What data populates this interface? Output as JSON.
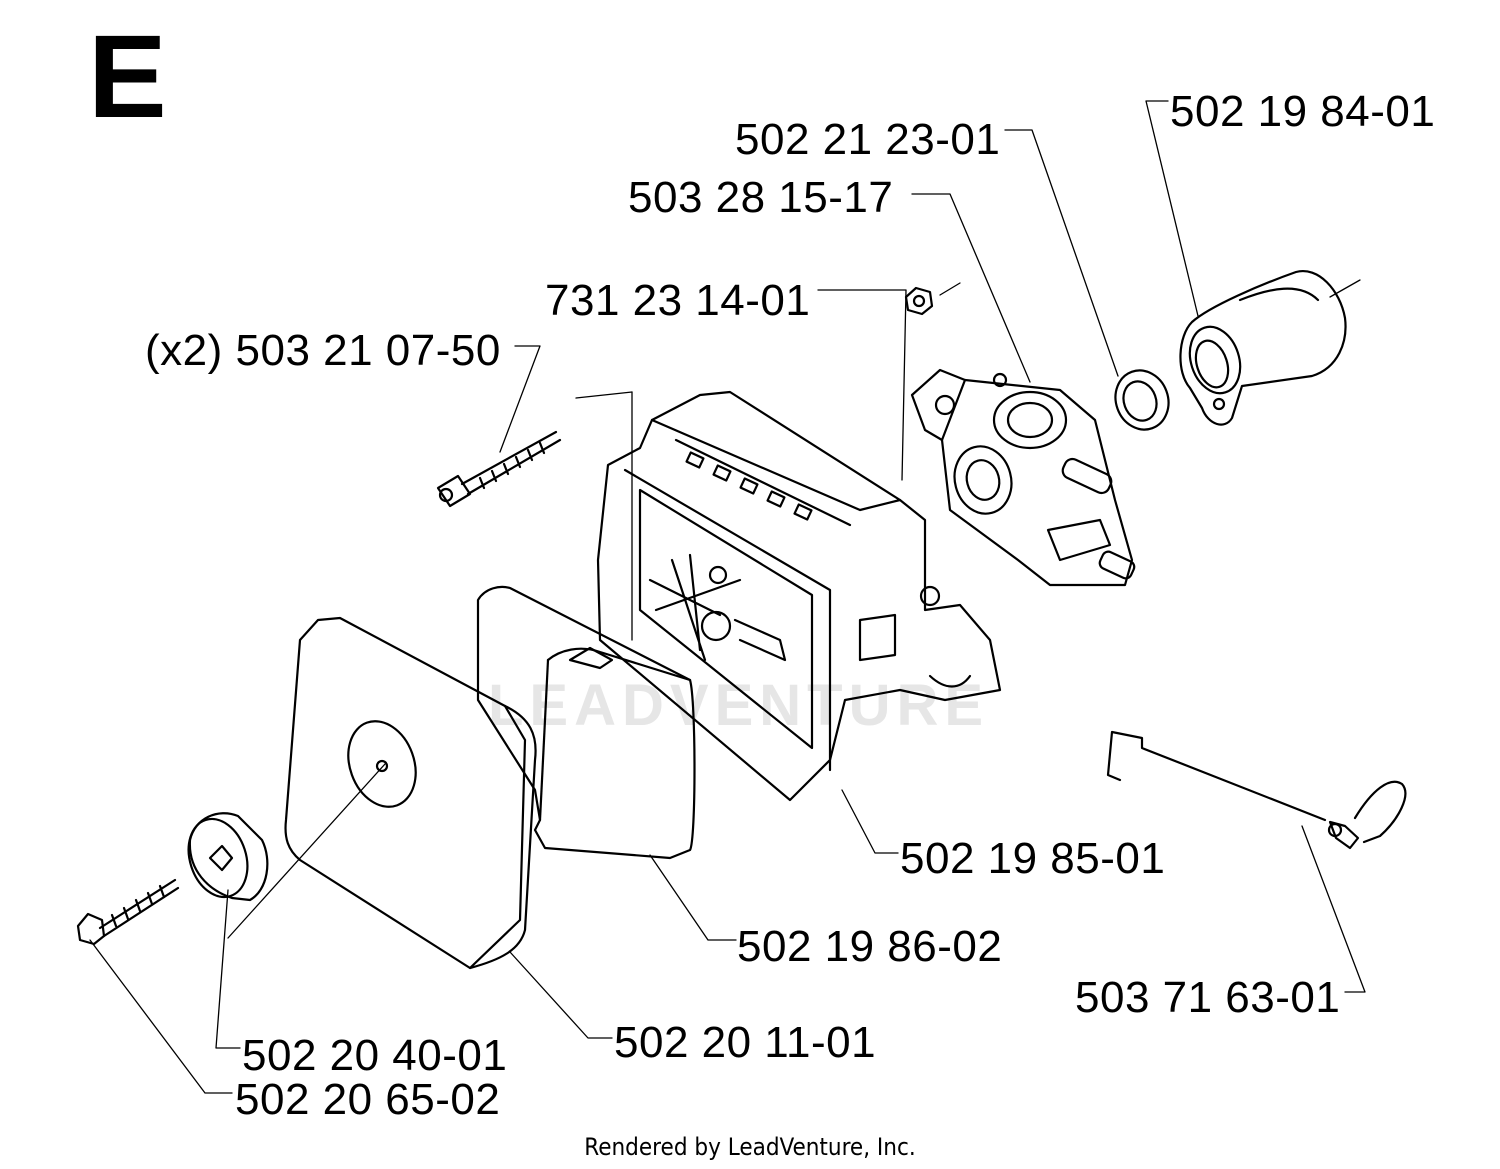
{
  "section": {
    "letter": "E"
  },
  "parts": [
    {
      "id": "p1",
      "label": "502 19 84-01"
    },
    {
      "id": "p2",
      "label": "502 21 23-01"
    },
    {
      "id": "p3",
      "label": "503 28 15-17"
    },
    {
      "id": "p4",
      "label": "731 23 14-01"
    },
    {
      "id": "p5",
      "label": "(x2) 503 21 07-50"
    },
    {
      "id": "p6",
      "label": "502 19 85-01"
    },
    {
      "id": "p7",
      "label": "502 19 86-02"
    },
    {
      "id": "p8",
      "label": "503 71 63-01"
    },
    {
      "id": "p9",
      "label": "502 20 11-01"
    },
    {
      "id": "p10",
      "label": "502 20 40-01"
    },
    {
      "id": "p11",
      "label": "502 20 65-02"
    }
  ],
  "watermark": {
    "text": "LEADVENTURE"
  },
  "footer": {
    "text": "Rendered by LeadVenture, Inc."
  }
}
